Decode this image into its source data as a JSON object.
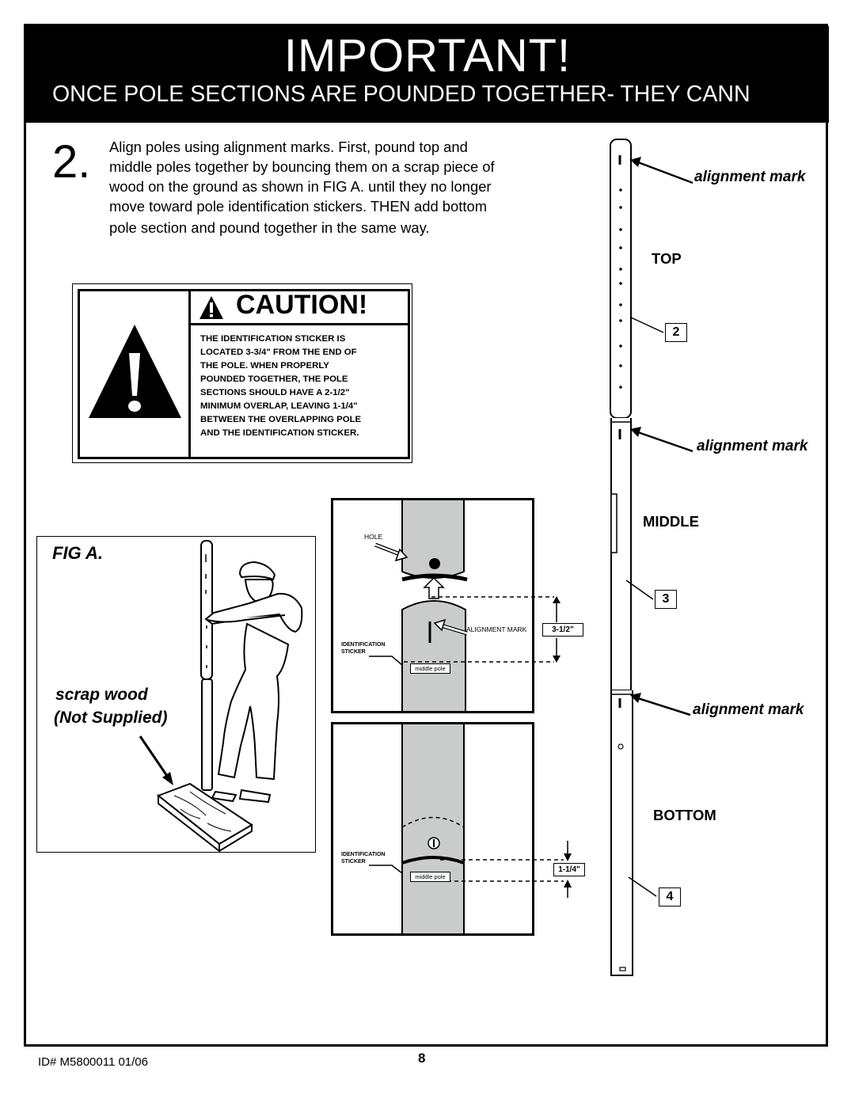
{
  "banner": {
    "title": "IMPORTANT!",
    "subtitle": "ONCE POLE SECTIONS ARE POUNDED TOGETHER- THEY CANN"
  },
  "step": {
    "number": "2.",
    "lines": [
      "Align poles using alignment marks. First, pound  top and",
      "middle poles together by bouncing them on a scrap piece of",
      "wood on the ground as shown in FIG A. until they no longer",
      "move toward pole identification stickers. THEN add bottom",
      "pole section and pound together in the same way."
    ]
  },
  "caution": {
    "title": "CAUTION!",
    "lines": [
      "THE IDENTIFICATION STICKER IS",
      "LOCATED 3-3/4\" FROM THE END OF",
      "THE POLE. WHEN PROPERLY",
      "POUNDED TOGETHER, THE POLE",
      "SECTIONS SHOULD HAVE A 2-1/2\"",
      "MINIMUM OVERLAP, LEAVING 1-1/4\"",
      "BETWEEN THE OVERLAPPING POLE",
      "AND THE IDENTIFICATION STICKER."
    ]
  },
  "figure_a": {
    "label": "FIG A.",
    "scrap_line1": "scrap wood",
    "scrap_line2": "(Not Supplied)"
  },
  "detail_top": {
    "hole": "HOLE",
    "alignment_mark": "ALIGNMENT MARK",
    "identification_sticker_1": "IDENTIFICATION",
    "identification_sticker_2": "STICKER",
    "middle_pole": "middle pole",
    "measure": "3-1/2”"
  },
  "detail_bottom": {
    "identification_sticker_1": "IDENTIFICATION",
    "identification_sticker_2": "STICKER",
    "middle_pole": "middle pole",
    "measure": "1-1/4\""
  },
  "pole_diagram": {
    "alignment_mark_1": "alignment mark",
    "alignment_mark_2": "alignment mark",
    "alignment_mark_3": "alignment mark",
    "top": "TOP",
    "middle": "MIDDLE",
    "bottom": "BOTTOM",
    "num_top": "2",
    "num_middle": "3",
    "num_bottom": "4"
  },
  "footer": {
    "id": "ID#   M5800011   01/06",
    "page": "8"
  }
}
